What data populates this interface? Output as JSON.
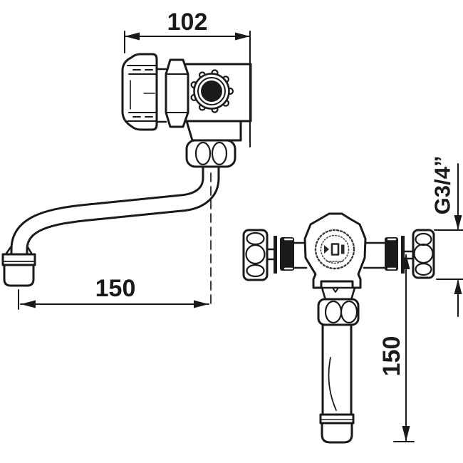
{
  "drawing": {
    "background_color": "#ffffff",
    "line_color": "#1a1a1a",
    "labels": {
      "top_width": "102",
      "spout_reach": "150",
      "thread_size": "G3/4”",
      "outlet_height": "150"
    }
  }
}
